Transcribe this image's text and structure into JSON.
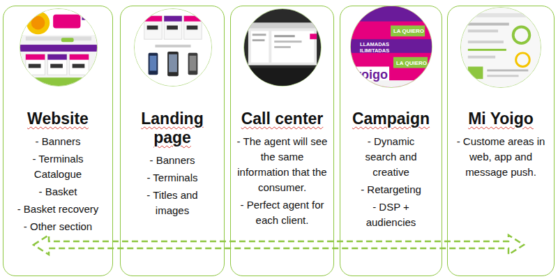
{
  "diagram": {
    "nodes": [
      {
        "text": [
          "Website",
          "- Banners",
          "- Terminals Catalogue",
          "- Basket",
          "- Basket recovery",
          "- Other section"
        ]
      },
      {
        "text": [
          "Landing page",
          "- Banners",
          "- Terminals",
          "- Titles and images"
        ]
      },
      {
        "text": [
          "Call center",
          "- The agent will see the same information that the consumer.",
          "- Perfect agent for each client."
        ]
      },
      {
        "text": [
          "Campaign",
          "- Dynamic search and creative",
          "- Retargeting",
          "- DSP + audiencies"
        ]
      },
      {
        "text": [
          "Mi Yoigo",
          "- Custome areas in web, app and message push."
        ]
      }
    ],
    "edges": [
      {
        "from": 0,
        "to": 4,
        "arrow": "both"
      }
    ],
    "labels": [
      "LLAMADAS ILIMITADAS",
      "LA QUIERO",
      "LA QUIERO",
      "yoigo"
    ]
  }
}
